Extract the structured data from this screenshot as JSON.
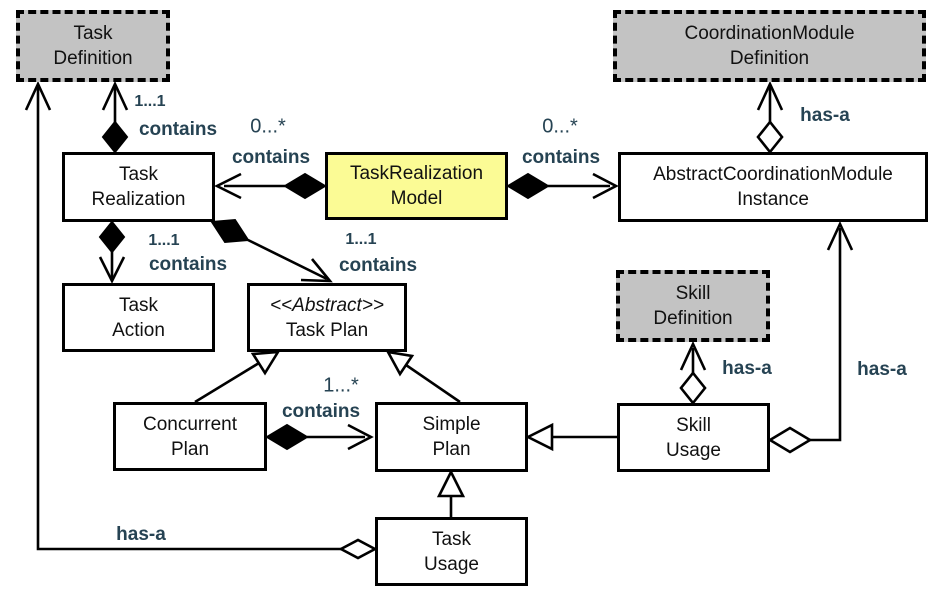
{
  "title": "Task realization model class diagram",
  "colors": {
    "definition_fill": "#c3c3c3",
    "model_fill": "#fbfb95",
    "node_fill": "#ffffff",
    "edge_label": "#264353",
    "line": "#000000"
  },
  "nodes": {
    "task_definition": {
      "line1": "Task",
      "line2": "Definition"
    },
    "coordination_module_definition": {
      "line1": "CoordinationModule",
      "line2": "Definition"
    },
    "task_realization": {
      "line1": "Task",
      "line2": "Realization"
    },
    "task_realization_model": {
      "line1": "TaskRealization",
      "line2": "Model"
    },
    "abstract_coordination_module_instance": {
      "line1": "AbstractCoordinationModule",
      "line2": "Instance"
    },
    "task_action": {
      "line1": "Task",
      "line2": "Action"
    },
    "task_plan": {
      "line1": "<<Abstract>>",
      "line2": "Task Plan"
    },
    "skill_definition": {
      "line1": "Skill",
      "line2": "Definition"
    },
    "concurrent_plan": {
      "line1": "Concurrent",
      "line2": "Plan"
    },
    "simple_plan": {
      "line1": "Simple",
      "line2": "Plan"
    },
    "skill_usage": {
      "line1": "Skill",
      "line2": "Usage"
    },
    "task_usage": {
      "line1": "Task",
      "line2": "Usage"
    }
  },
  "edge_labels": {
    "taskdef_contains_mult": "1...1",
    "taskdef_contains": "contains",
    "model_left_mult": "0...*",
    "model_left_contains": "contains",
    "model_right_mult": "0...*",
    "model_right_contains": "contains",
    "coorddef_hasa": "has-a",
    "taskaction_contains_mult": "1...1",
    "taskaction_contains": "contains",
    "taskplan_contains_mult": "1...1",
    "taskplan_contains": "contains",
    "simpleplan_contains_mult": "1...*",
    "simpleplan_contains": "contains",
    "skilldef_hasa": "has-a",
    "acmi_hasa": "has-a",
    "taskdef_hasa": "has-a"
  }
}
